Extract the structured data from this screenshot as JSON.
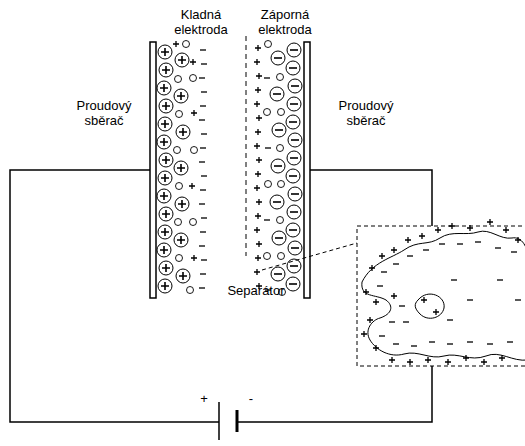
{
  "diagram": {
    "labels": [
      "Kladná elektroda",
      "Záporná elektroda",
      "Proudový sběrač",
      "Proudový sběrač",
      "Separátor",
      "+",
      "-"
    ]
  }
}
